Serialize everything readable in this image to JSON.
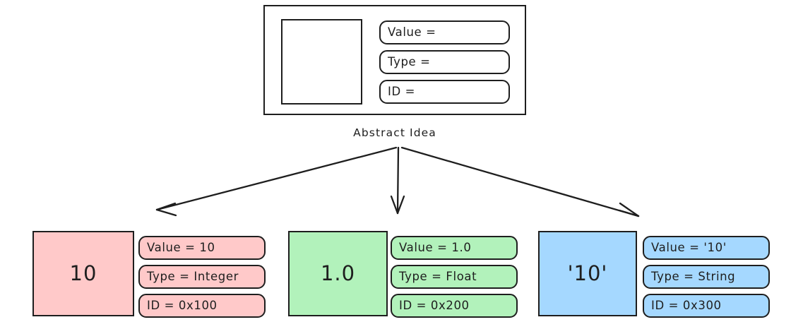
{
  "diagram": {
    "type": "concept-diagram",
    "style": "hand-drawn",
    "background": "#ffffff",
    "stroke_color": "#1e1e1e"
  },
  "abstract_node": {
    "name": "Abstract Idea",
    "value_field": "Value =",
    "type_field": "Type =",
    "id_field": "ID =",
    "preview_value": ""
  },
  "edge_label": "Abstract Idea",
  "instances": [
    {
      "key": "integer",
      "display_value": "10",
      "value_field": "Value = 10",
      "type_field": "Type = Integer",
      "id_field": "ID = 0x100",
      "color": "#ffc9c9"
    },
    {
      "key": "float",
      "display_value": "1.0",
      "value_field": "Value = 1.0",
      "type_field": "Type = Float",
      "id_field": "ID = 0x200",
      "color": "#b2f2bb"
    },
    {
      "key": "string",
      "display_value": "'10'",
      "value_field": "Value = '10'",
      "type_field": "Type = String",
      "id_field": "ID = 0x300",
      "color": "#a5d8ff"
    }
  ]
}
